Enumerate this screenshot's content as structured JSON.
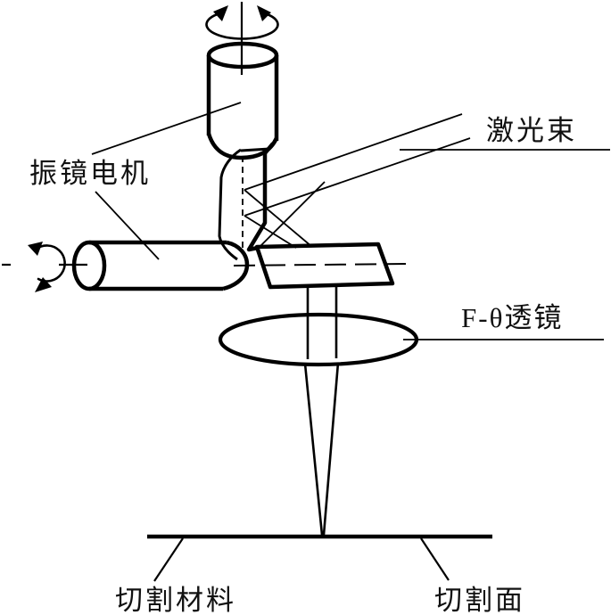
{
  "figure": {
    "background_color": "#ffffff",
    "line_color": "#000000",
    "labels": {
      "galvo_motor": "振镜电机",
      "laser_beam": "激光束",
      "f_theta_lens": "F-θ透镜",
      "cutting_material": "切割材料",
      "cutting_surface": "切割面"
    },
    "components": [
      "vertical-galvo-motor-cylinder",
      "top-rotation-arrow",
      "horizontal-galvo-motor-cylinder",
      "left-rotation-arrow",
      "first-scan-mirror",
      "second-scan-mirror",
      "incoming-laser-beam",
      "f-theta-lens-ellipse",
      "focused-beam",
      "workpiece-line"
    ]
  }
}
